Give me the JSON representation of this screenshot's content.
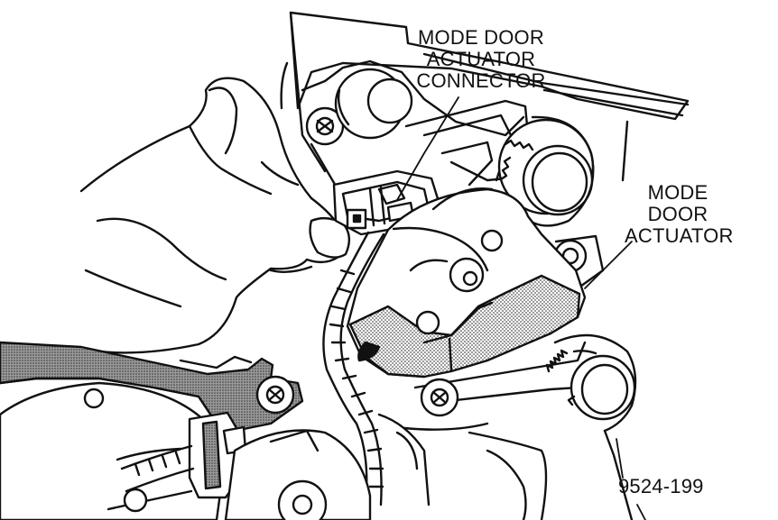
{
  "callouts": {
    "connector": {
      "lines": [
        "MODE DOOR",
        "ACTUATOR",
        "CONNECTOR"
      ]
    },
    "actuator": {
      "lines": [
        "MODE",
        "DOOR",
        "ACTUATOR"
      ]
    },
    "figure_number": "9524-199"
  },
  "colors": {
    "ink": "#111111",
    "paper": "#ffffff",
    "shade": "#8a8a8a"
  }
}
